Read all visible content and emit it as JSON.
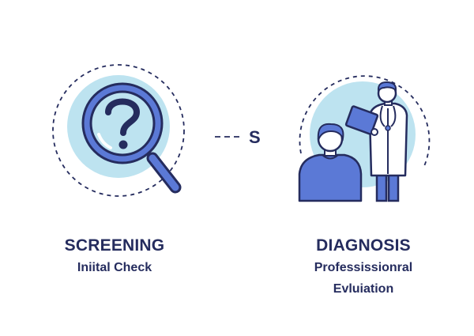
{
  "screening": {
    "title": "SCREENING",
    "subtitle": "Iniital Check",
    "icon": "magnifier-question-icon"
  },
  "diagnosis": {
    "title": "DIAGNOSIS",
    "subtitle_line1": "Professissionral",
    "subtitle_line2": "Evluiation",
    "icon": "doctor-patient-icon"
  },
  "connector": {
    "label": "S"
  },
  "colors": {
    "navy": "#252c5e",
    "blue": "#5b79d6",
    "light_blue": "#bde3f0",
    "dash": "#252c5e"
  }
}
